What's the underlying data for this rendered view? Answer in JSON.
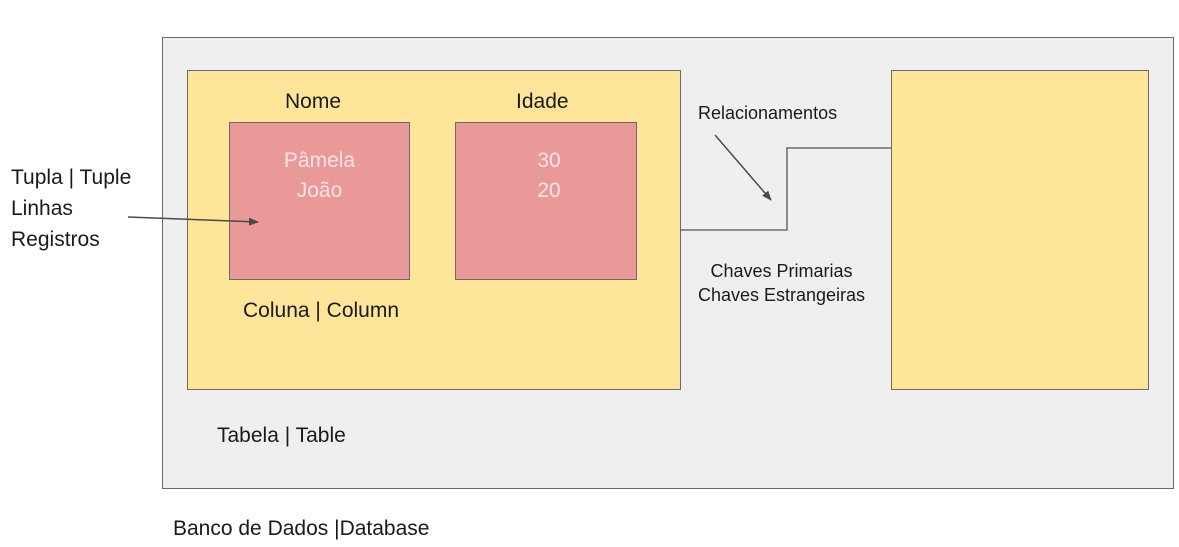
{
  "database": {
    "label": "Banco de Dados |Database"
  },
  "table": {
    "label": "Tabela | Table",
    "columns": [
      {
        "header": "Nome",
        "values": [
          "Pâmela",
          "João"
        ]
      },
      {
        "header": "Idade",
        "values": [
          "30",
          "20"
        ]
      }
    ],
    "column_label": "Coluna | Column"
  },
  "tuple": {
    "lines": [
      "Tupla | Tuple",
      "Linhas",
      "Registros"
    ]
  },
  "relationships": {
    "label": "Relacionamentos",
    "keys": [
      "Chaves Primarias",
      "Chaves Estrangeiras"
    ]
  },
  "colors": {
    "database_bg": "#efefef",
    "table_bg": "#ffe599",
    "column_bg": "#ea9999",
    "border": "#6b6b6b"
  }
}
